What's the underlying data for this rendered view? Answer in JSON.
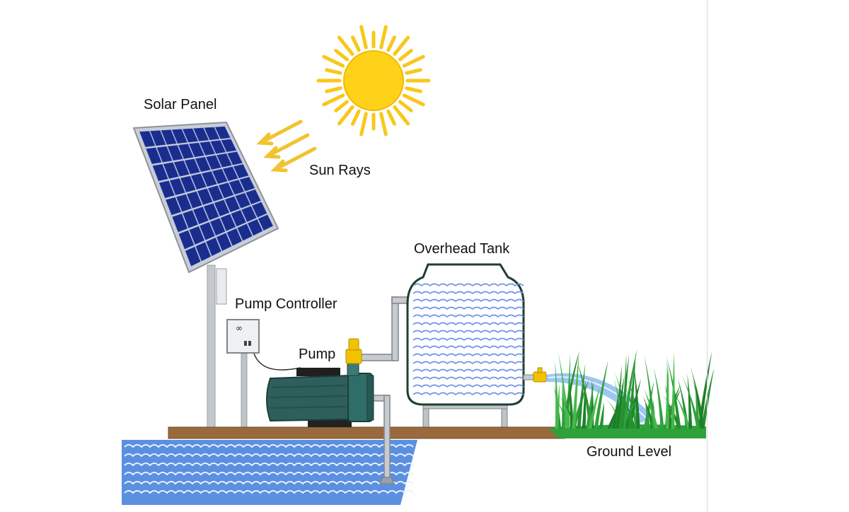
{
  "labels": {
    "solar_panel": "Solar Panel",
    "sun_rays": "Sun Rays",
    "overhead_tank": "Overhead Tank",
    "pump_controller": "Pump Controller",
    "pump": "Pump",
    "ground_level": "Ground Level"
  },
  "controller_symbols": "∞",
  "colors": {
    "sun": "#FFD21A",
    "sun_rays": "#F5C400",
    "panel_cell": "#1A2D8C",
    "panel_frame": "#C9CED6",
    "pole": "#BFC3C8",
    "pump_body": "#2E5F5A",
    "tank_outline": "#1F3D2E",
    "water": "#5B8FE0",
    "ground": "#9A6A3C",
    "grass": "#2FA13B",
    "valve": "#F2C200",
    "spray": "#7FB3F0"
  }
}
